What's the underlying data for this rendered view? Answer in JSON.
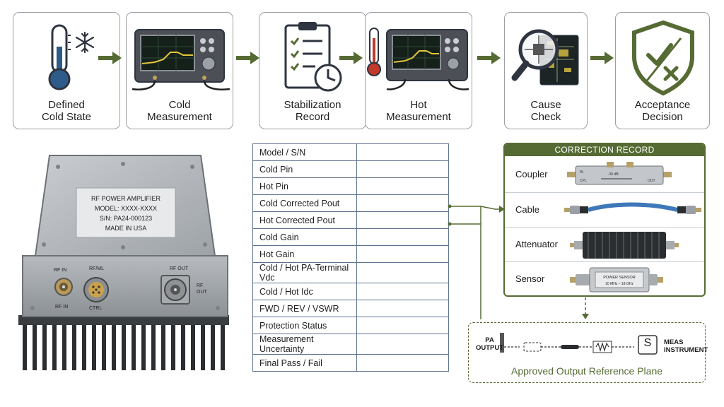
{
  "flow": {
    "steps": [
      {
        "label": "Defined\nCold State",
        "icon": "thermometer-snowflake-icon"
      },
      {
        "label": "Cold\nMeasurement",
        "icon": "spectrum-analyzer-icon"
      },
      {
        "label": "Stabilization\nRecord",
        "icon": "checklist-clock-icon"
      },
      {
        "label": "Hot\nMeasurement",
        "icon": "analyzer-hot-thermometer-icon"
      },
      {
        "label": "Cause\nCheck",
        "icon": "magnifier-circuit-icon"
      },
      {
        "label": "Acceptance\nDecision",
        "icon": "shield-check-cross-icon"
      }
    ],
    "arrow_color": "#566b33"
  },
  "amplifier": {
    "nameplate": [
      "RF POWER AMPLIFIER",
      "MODEL: XXXX-XXXX",
      "S/N: PA24-000123",
      "MADE IN USA"
    ],
    "port_labels": {
      "rf_in": "RF IN",
      "rf_in_bottom": "RF IN",
      "ctrl_top": "RF/ML",
      "ctrl": "CTRL",
      "rf_out": "RF OUT",
      "rf_out_side": "RF\nOUT"
    }
  },
  "table": {
    "rows": [
      "Model / S/N",
      "Cold Pin",
      "Hot Pin",
      "Cold Corrected Pout",
      "Hot Corrected Pout",
      "Cold Gain",
      "Hot Gain",
      "Cold / Hot PA-Terminal Vdc",
      "Cold / Hot Idc",
      "FWD / REV / VSWR",
      "Protection Status",
      "Measurement Uncertainty",
      "Final Pass / Fail"
    ]
  },
  "correction": {
    "title": "CORRECTION RECORD",
    "items": [
      {
        "label": "Coupler",
        "icon": "directional-coupler-icon"
      },
      {
        "label": "Cable",
        "icon": "coax-cable-icon"
      },
      {
        "label": "Attenuator",
        "icon": "attenuator-icon"
      },
      {
        "label": "Sensor",
        "icon": "power-sensor-icon"
      }
    ],
    "coupler_marks": {
      "left": "IN",
      "mid": "-30 dB",
      "right": "OUT",
      "left2": "CPL"
    },
    "sensor_text": {
      "line1": "POWER SENSOR",
      "line2": "10 MHz – 18 GHz"
    }
  },
  "reference_plane": {
    "caption": "Approved Output Reference Plane",
    "pa_output": "PA\nOUTPUT",
    "meas": "MEAS\nINSTRUMENT",
    "sensor_letter": "S"
  },
  "colors": {
    "accent": "#566b33",
    "table_border": "#5e7290",
    "box_border": "#9aa0a6"
  }
}
